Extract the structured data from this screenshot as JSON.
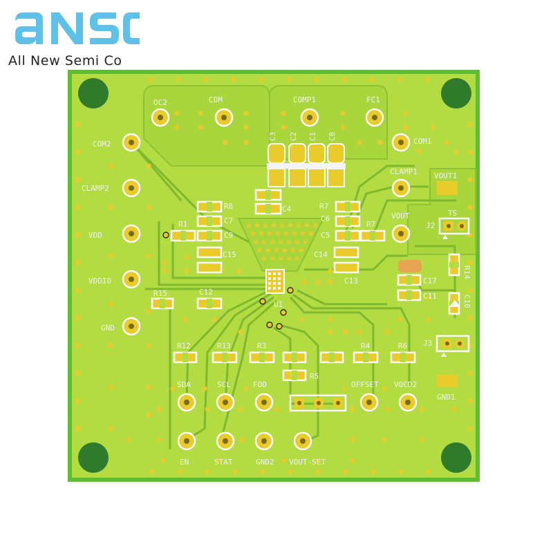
{
  "brand": {
    "logo_text": "ANSC",
    "tagline": "All New Semi Co",
    "color": "#5fc1e8"
  },
  "colors": {
    "board": "#b3dc43",
    "board_edge": "#5fbd32",
    "copper": "#9fd03a",
    "trace": "#7fb82e",
    "pad_gold": "#e9cc2c",
    "pad_white": "#f4f4f4",
    "hole": "#2f7a2b"
  },
  "labels": {
    "oc2": "OC2",
    "com": "COM",
    "comp1": "COMP1",
    "fc1": "FC1",
    "com2": "COM2",
    "clamp2": "CLAMP2",
    "vdd": "VDD",
    "vddio": "VDDIO",
    "gnd": "GND",
    "com1": "COM1",
    "clamp1": "CLAMP1",
    "vout": "VOUT",
    "vout1": "VOUT1",
    "ts": "TS",
    "j2": "J2",
    "j3": "J3",
    "gnd1": "GND1",
    "c3": "C3",
    "c2": "C2",
    "c1": "C1",
    "c8": "C8",
    "r8": "R8",
    "c7": "C7",
    "c9": "C9",
    "r1": "R1",
    "c15": "C15",
    "c4": "C4",
    "r7_top": "R7",
    "c6": "C6",
    "c5": "C5",
    "r7": "R7",
    "c14": "C14",
    "c13": "C13",
    "r15": "R15",
    "c12": "C12",
    "u1": "U1",
    "r12": "R12",
    "r13": "R13",
    "r3": "R3",
    "r4": "R4",
    "r6": "R6",
    "r5": "R5",
    "r14": "R14",
    "c17": "C17",
    "c11": "C11",
    "c10": "C10",
    "sda": "SDA",
    "scl": "SCL",
    "fod": "FOD",
    "offset": "OFFSET",
    "vocd2": "VOCD2",
    "en": "EN",
    "stat": "STAT",
    "gnd2": "GND2",
    "vout_set": "VOUT-SET"
  }
}
